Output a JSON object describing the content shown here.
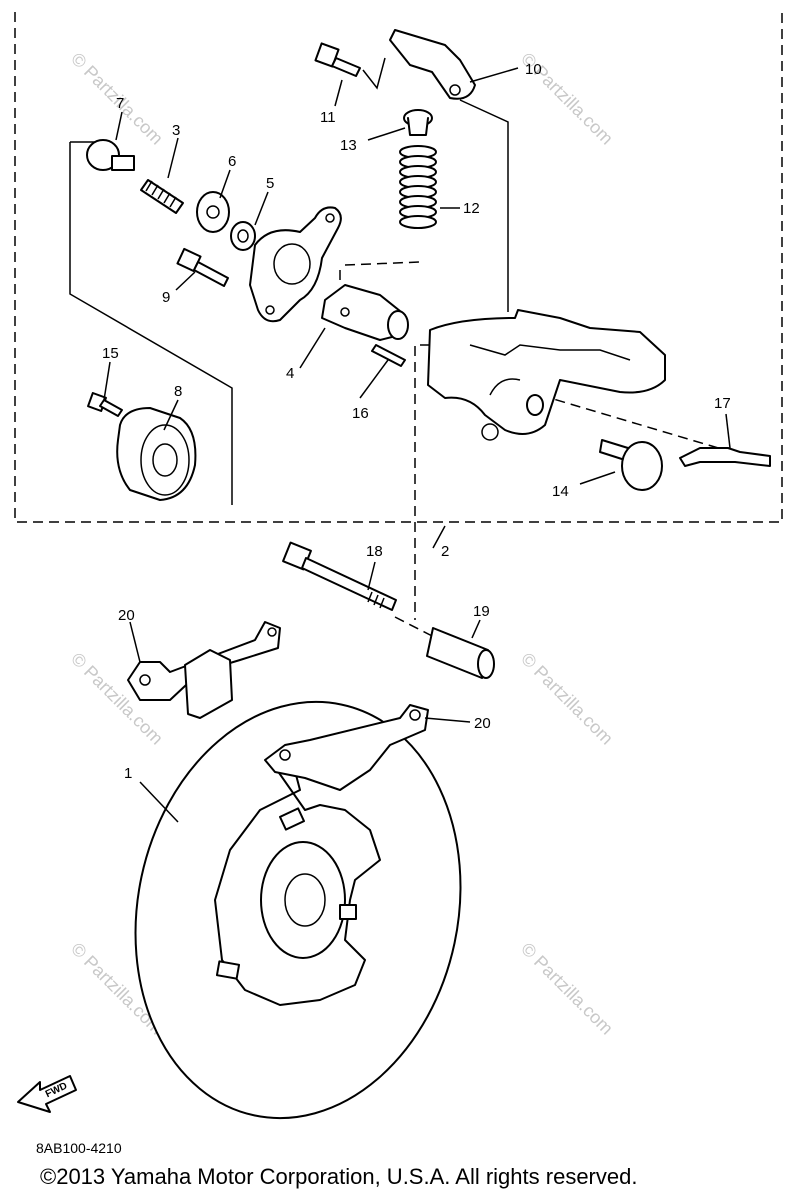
{
  "callouts": [
    "1",
    "2",
    "3",
    "4",
    "5",
    "6",
    "7",
    "8",
    "9",
    "10",
    "11",
    "12",
    "13",
    "14",
    "15",
    "16",
    "17",
    "18",
    "19",
    "20",
    "20"
  ],
  "fwd_label": "FWD",
  "doc_code": "8AB100-4210",
  "copyright": "©2013  Yamaha Motor Corporation, U.S.A. All rights reserved.",
  "watermark": "© Partzilla.com"
}
